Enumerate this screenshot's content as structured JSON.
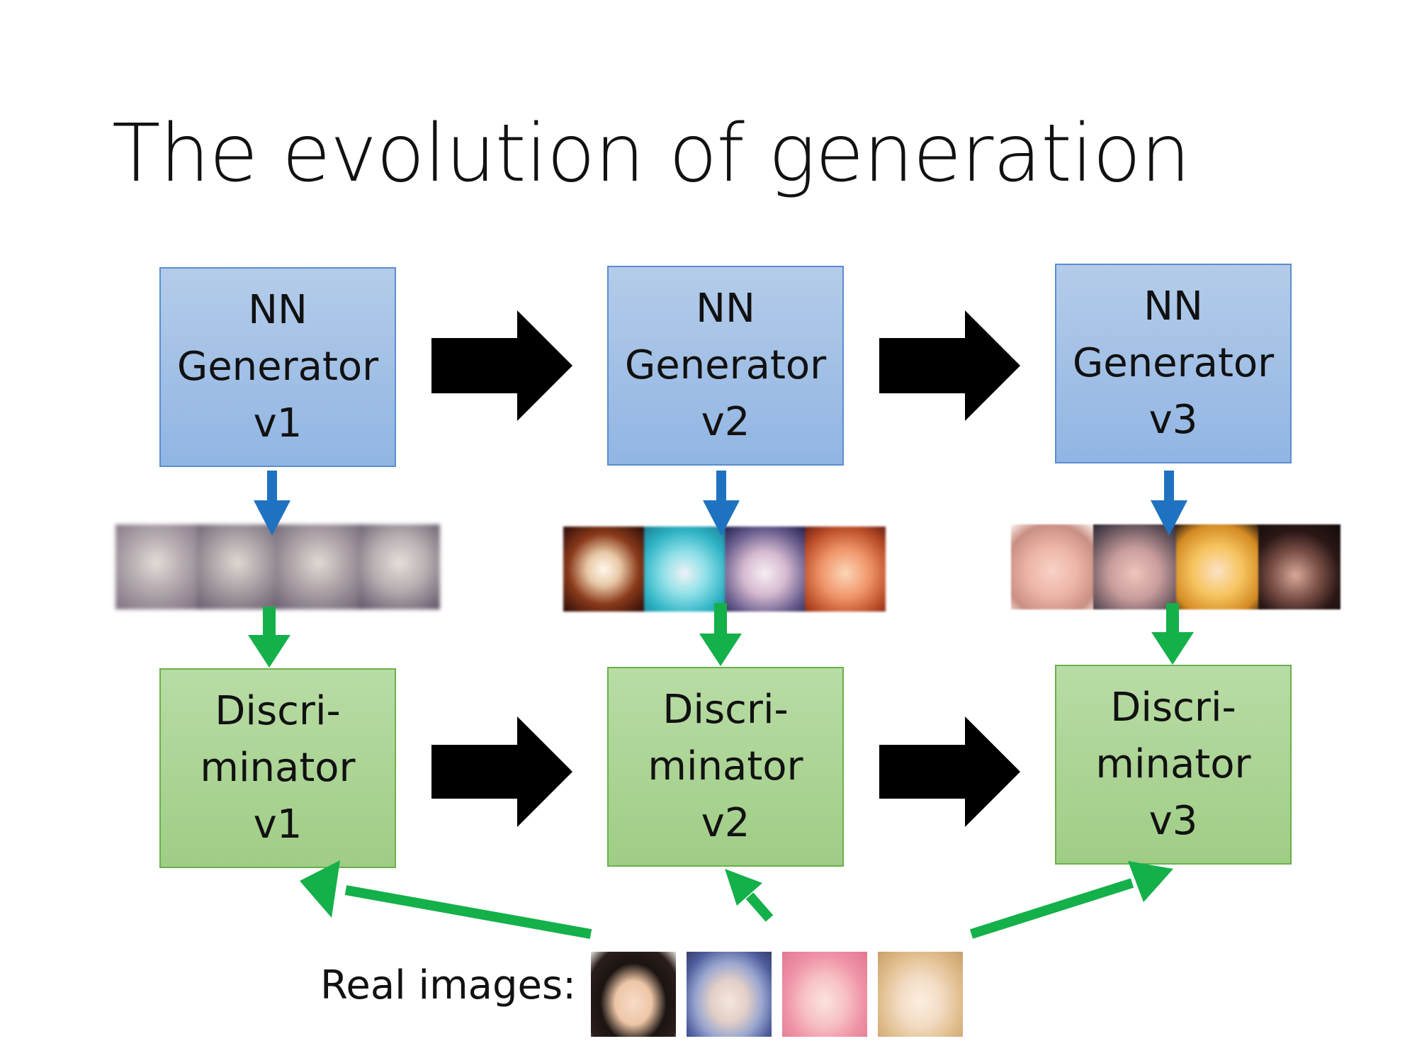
{
  "title": "The evolution of generation",
  "generators": [
    {
      "line1": "NN",
      "line2": "Generator",
      "line3": "v1"
    },
    {
      "line1": "NN",
      "line2": "Generator",
      "line3": "v2"
    },
    {
      "line1": "NN",
      "line2": "Generator",
      "line3": "v3"
    }
  ],
  "discriminators": [
    {
      "line1": "Discri-",
      "line2": "minator",
      "line3": "v1"
    },
    {
      "line1": "Discri-",
      "line2": "minator",
      "line3": "v2"
    },
    {
      "line1": "Discri-",
      "line2": "minator",
      "line3": "v3"
    }
  ],
  "real_images_label": "Real images:",
  "colors": {
    "generator_fill": "#9dbde6",
    "discriminator_fill": "#a9d292",
    "blue_arrow": "#1f72c0",
    "green_arrow": "#14b04a",
    "black_arrow": "#000000"
  }
}
